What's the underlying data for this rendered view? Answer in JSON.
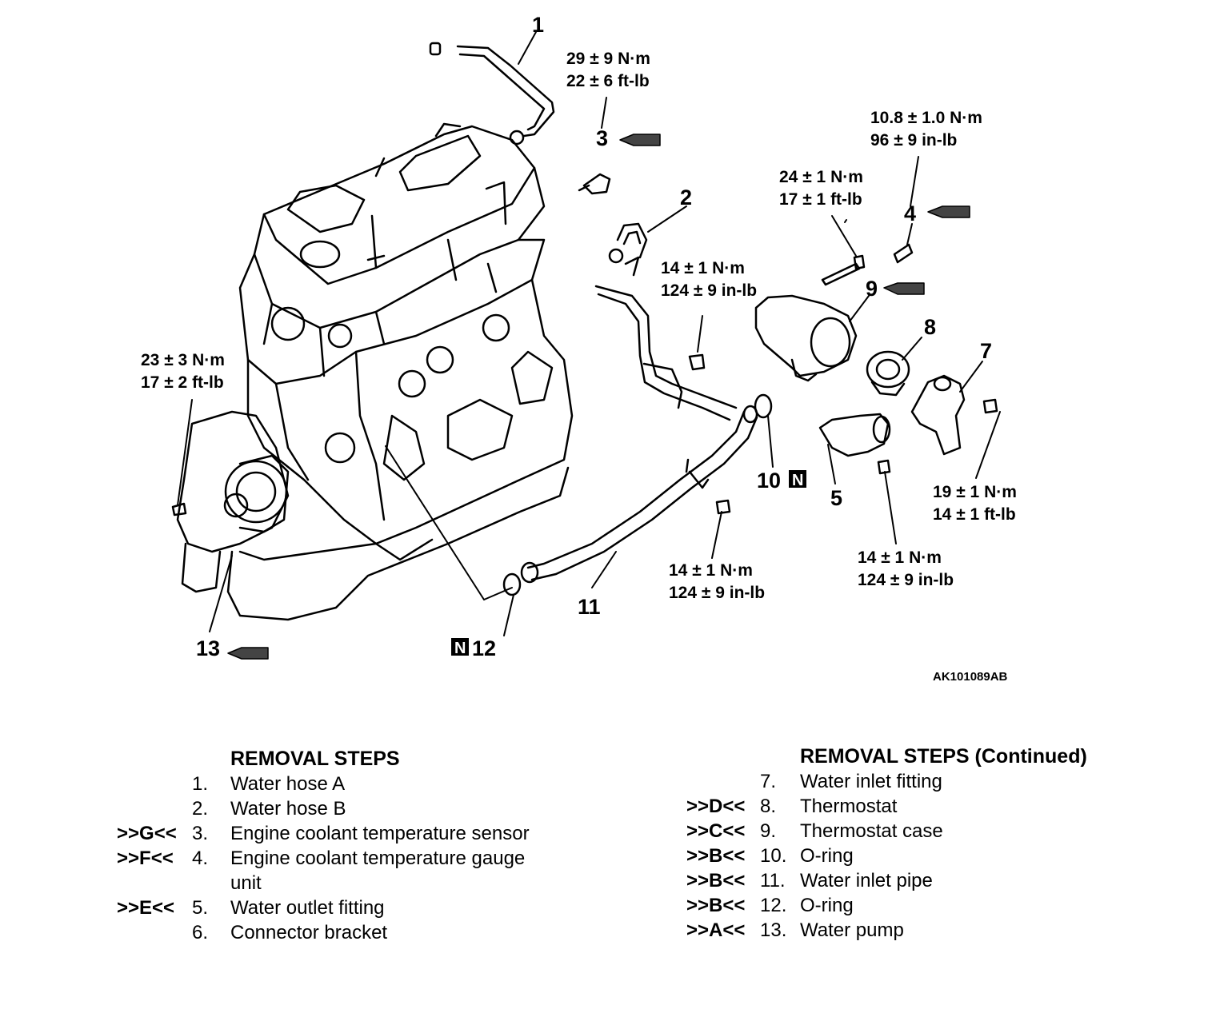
{
  "figure_code": "AK101089AB",
  "callouts": [
    "1",
    "2",
    "3",
    "4",
    "5",
    "7",
    "8",
    "9",
    "10",
    "11",
    "12",
    "13"
  ],
  "torques": {
    "t29": [
      "29 ± 9 N·m",
      "22 ± 6 ft-lb"
    ],
    "t108": [
      "10.8 ± 1.0 N·m",
      "96 ± 9 in-lb"
    ],
    "t24": [
      "24 ± 1 N·m",
      "17 ± 1 ft-lb"
    ],
    "t14a": [
      "14 ± 1 N·m",
      "124 ± 9 in-lb"
    ],
    "t23": [
      "23 ± 3 N·m",
      "17 ± 2 ft-lb"
    ],
    "t19": [
      "19 ± 1 N·m",
      "14 ± 1 ft-lb"
    ],
    "t14b": [
      "14 ± 1 N·m",
      "124 ± 9 in-lb"
    ],
    "t14c": [
      "14 ± 1 N·m",
      "124 ± 9 in-lb"
    ]
  },
  "new_part_mark": "N",
  "removal_steps": {
    "heading": "REMOVAL STEPS",
    "items": [
      {
        "marker": "",
        "no": "1.",
        "text": "Water hose A"
      },
      {
        "marker": "",
        "no": "2.",
        "text": "Water hose B"
      },
      {
        "marker": ">>G<<",
        "no": "3.",
        "text": "Engine coolant temperature sensor"
      },
      {
        "marker": ">>F<<",
        "no": "4.",
        "text": "Engine coolant temperature gauge"
      },
      {
        "marker": "",
        "no": "",
        "text": "unit"
      },
      {
        "marker": ">>E<<",
        "no": "5.",
        "text": "Water outlet fitting"
      },
      {
        "marker": "",
        "no": "6.",
        "text": "Connector bracket"
      }
    ]
  },
  "removal_steps_continued": {
    "heading": "REMOVAL STEPS (Continued)",
    "items": [
      {
        "marker": "",
        "no": "7.",
        "text": "Water inlet fitting"
      },
      {
        "marker": ">>D<<",
        "no": "8.",
        "text": "Thermostat"
      },
      {
        "marker": ">>C<<",
        "no": "9.",
        "text": "Thermostat case"
      },
      {
        "marker": ">>B<<",
        "no": "10.",
        "text": "O-ring"
      },
      {
        "marker": ">>B<<",
        "no": "11.",
        "text": "Water inlet pipe"
      },
      {
        "marker": ">>B<<",
        "no": "12.",
        "text": "O-ring"
      },
      {
        "marker": ">>A<<",
        "no": "13.",
        "text": "Water pump"
      }
    ]
  }
}
